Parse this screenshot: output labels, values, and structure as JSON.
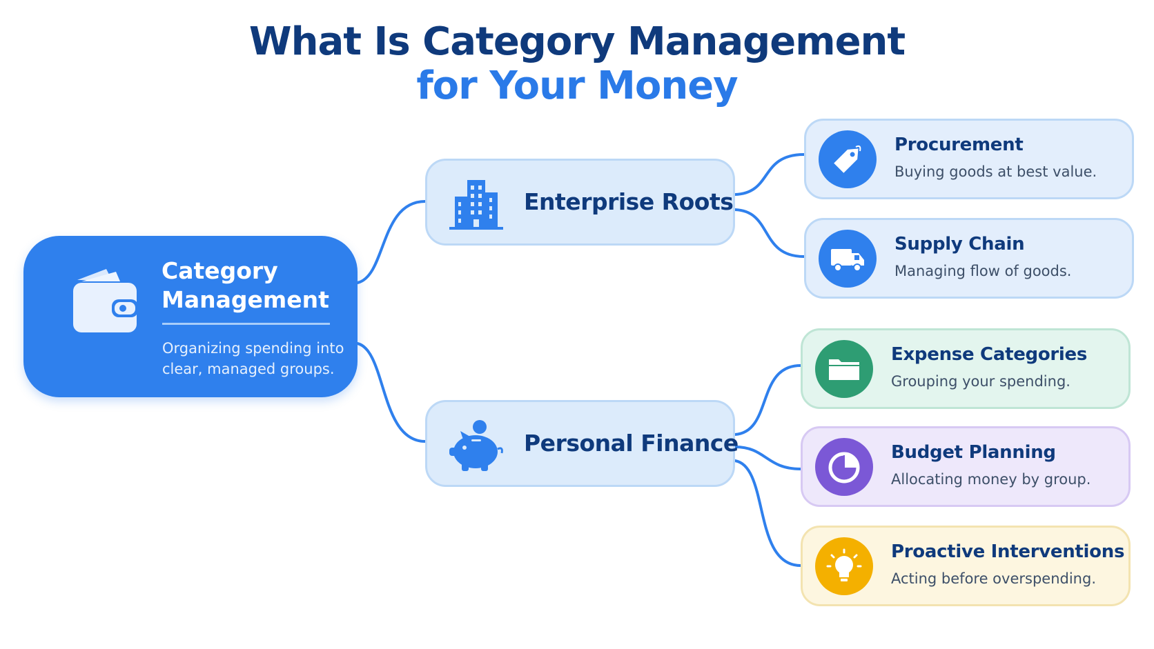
{
  "title": {
    "line1": "What Is Category Management",
    "line2": "for Your Money"
  },
  "root": {
    "title_line1": "Category",
    "title_line2": "Management",
    "description": "Organizing spending into clear, managed groups.",
    "icon": "wallet-icon"
  },
  "branches": [
    {
      "label": "Enterprise Roots",
      "icon": "building-icon"
    },
    {
      "label": "Personal Finance",
      "icon": "piggy-bank-icon"
    }
  ],
  "leaves": [
    {
      "title": "Procurement",
      "description": "Buying goods at best value.",
      "icon": "price-tag-icon",
      "color": "#2f80ed"
    },
    {
      "title": "Supply Chain",
      "description": "Managing flow of goods.",
      "icon": "truck-icon",
      "color": "#2f80ed"
    },
    {
      "title": "Expense Categories",
      "description": "Grouping your spending.",
      "icon": "folder-icon",
      "color": "#2e9d73"
    },
    {
      "title": "Budget Planning",
      "description": "Allocating money by group.",
      "icon": "pie-chart-icon",
      "color": "#7b58d6"
    },
    {
      "title": "Proactive Interventions",
      "description": "Acting before overspending.",
      "icon": "lightbulb-icon",
      "color": "#f4b000"
    }
  ],
  "colors": {
    "primary": "#2f80ed",
    "title_dark": "#0f3a7c",
    "title_accent": "#2a7ae8",
    "connector": "#2f80ed"
  }
}
